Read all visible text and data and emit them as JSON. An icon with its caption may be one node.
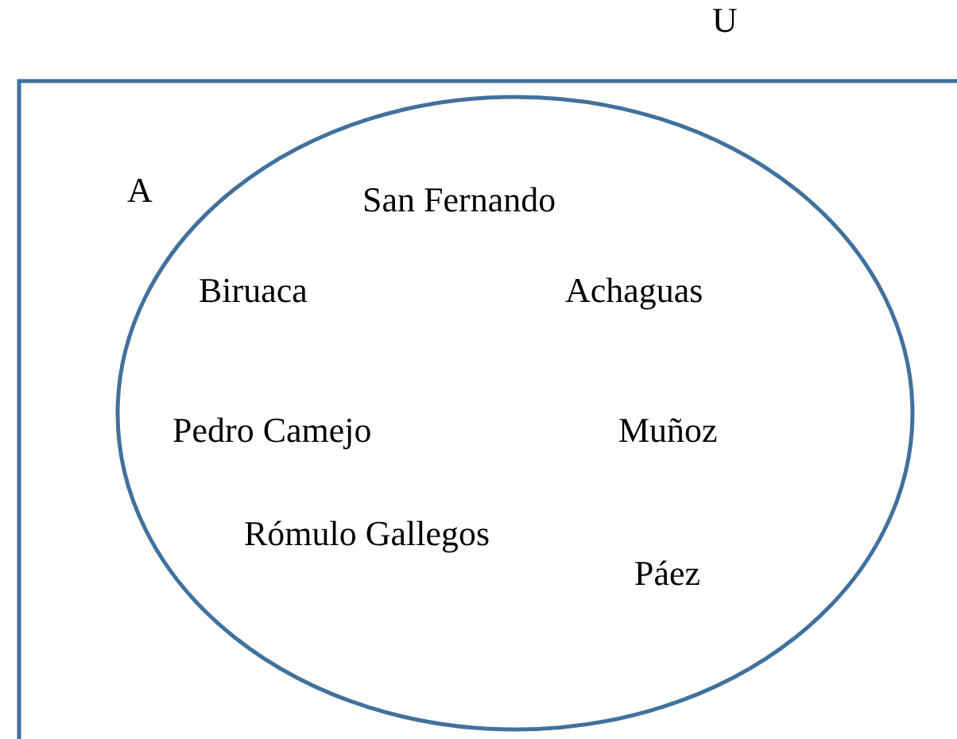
{
  "diagram": {
    "nodes": [
      {
        "text": [
          "U"
        ]
      },
      {
        "text": [
          "A",
          "San Fernando",
          "Biruaca",
          "Achaguas",
          "Pedro Camejo",
          "Muñoz",
          "Rómulo Gallegos",
          "Páez"
        ],
        "in": 0
      }
    ],
    "edges": []
  }
}
